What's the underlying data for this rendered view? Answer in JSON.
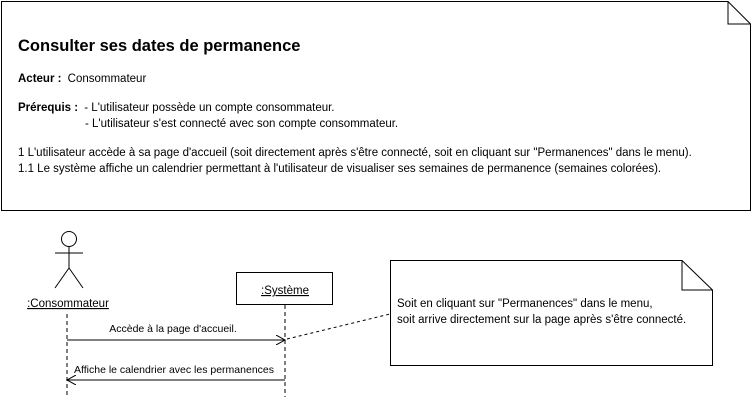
{
  "use_case_note": {
    "title": "Consulter ses dates de permanence",
    "actor_label": "Acteur :",
    "actor_value": "Consommateur",
    "prereq_label": "Prérequis :",
    "prereq_items": [
      "- L'utilisateur possède un compte consommateur.",
      "- L'utilisateur s'est connecté avec son compte consommateur."
    ],
    "steps": [
      "1 L'utilisateur accède à sa page d'accueil (soit directement après s'être connecté, soit en cliquant sur \"Permanences\" dans le menu).",
      "1.1 Le système affiche un calendrier permettant à l'utilisateur  de visualiser ses semaines de permanence (semaines colorées)."
    ]
  },
  "sequence": {
    "actor_name": ":Consommateur",
    "system_name": ":Système",
    "messages": [
      "Accède à la page d'accueil.",
      "Affiche le calendrier avec les permanences"
    ]
  },
  "comment_note": {
    "lines": [
      "Soit en cliquant sur \"Permanences\" dans le menu,",
      "soit arrive directement sur la page après s'être connecté."
    ]
  }
}
